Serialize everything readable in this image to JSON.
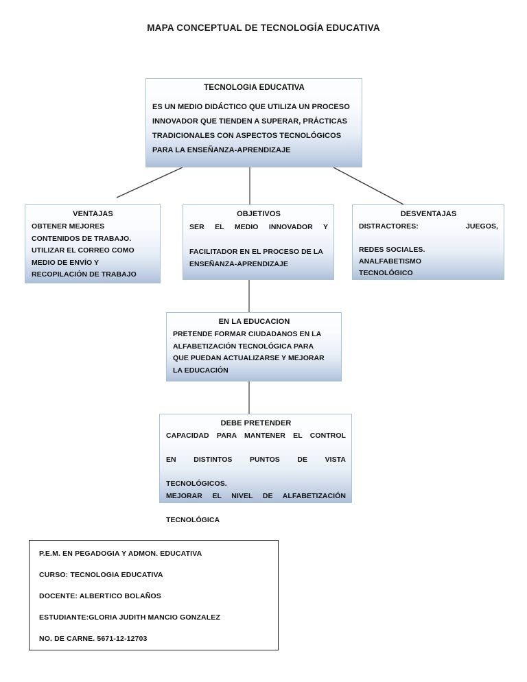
{
  "document": {
    "title": "MAPA CONCEPTUAL DE TECNOLOGÍA EDUCATIVA",
    "accent_border_color": "#a9c0da",
    "node_fill_top_color": "#fdfefe",
    "node_fill_bottom_color": "#adc0d8",
    "connector_color": "#3a3a3a",
    "text_color": "#111111"
  },
  "nodes": {
    "root": {
      "title": "TECNOLOGIA EDUCATIVA",
      "lines": [
        "ES UN MEDIO DIDÁCTICO QUE UTILIZA UN PROCESO",
        "INNOVADOR QUE TIENDEN A SUPERAR, PRÁCTICAS",
        "TRADICIONALES CON ASPECTOS TECNOLÓGICOS",
        "PARA LA ENSEÑANZA-APRENDIZAJE"
      ]
    },
    "ventajas": {
      "title": "VENTAJAS",
      "lines": [
        "OBTENER MEJORES",
        "CONTENIDOS DE TRABAJO.",
        "UTILIZAR EL CORREO COMO",
        "MEDIO DE ENVÍO Y",
        "RECOPILACIÓN DE TRABAJO"
      ]
    },
    "objetivos": {
      "title": "OBJETIVOS",
      "lines": [
        "SER EL MEDIO INNOVADOR Y",
        "FACILITADOR EN EL PROCESO DE LA",
        "ENSEÑANZA-APRENDIZAJE"
      ]
    },
    "desventajas": {
      "title": "DESVENTAJAS",
      "lines": [
        "DISTRACTORES: JUEGOS,",
        "REDES SOCIALES.",
        "ANALFABETISMO",
        "TECNOLÓGICO"
      ]
    },
    "educacion": {
      "title": "EN LA EDUCACION",
      "lines": [
        "PRETENDE FORMAR CIUDADANOS EN LA",
        "ALFABETIZACIÓN TECNOLÓGICA PARA",
        "QUE PUEDAN ACTUALIZARSE Y MEJORAR",
        "LA EDUCACIÓN"
      ]
    },
    "pretender": {
      "title": "DEBE PRETENDER",
      "lines": [
        "CAPACIDAD PARA MANTENER EL CONTROL",
        "EN DISTINTOS PUNTOS DE VISTA",
        "TECNOLÓGICOS.",
        "MEJORAR EL NIVEL DE ALFABETIZACIÓN",
        "TECNOLÓGICA"
      ]
    }
  },
  "info_box": {
    "lines": [
      "P.E.M. EN PEGADOGIA Y ADMON. EDUCATIVA",
      "CURSO: TECNOLOGIA EDUCATIVA",
      "DOCENTE: ALBERTICO BOLAÑOS",
      "ESTUDIANTE:GLORIA JUDITH MANCIO GONZALEZ",
      "NO. DE CARNE. 5671-12-12703"
    ]
  },
  "connectors": [
    {
      "name": "root-to-ventajas",
      "from": "root",
      "to": "ventajas"
    },
    {
      "name": "root-to-objetivos",
      "from": "root",
      "to": "objetivos"
    },
    {
      "name": "root-to-desventajas",
      "from": "root",
      "to": "desventajas"
    },
    {
      "name": "objetivos-to-educacion",
      "from": "objetivos",
      "to": "educacion"
    },
    {
      "name": "educacion-to-pretender",
      "from": "educacion",
      "to": "pretender"
    }
  ]
}
